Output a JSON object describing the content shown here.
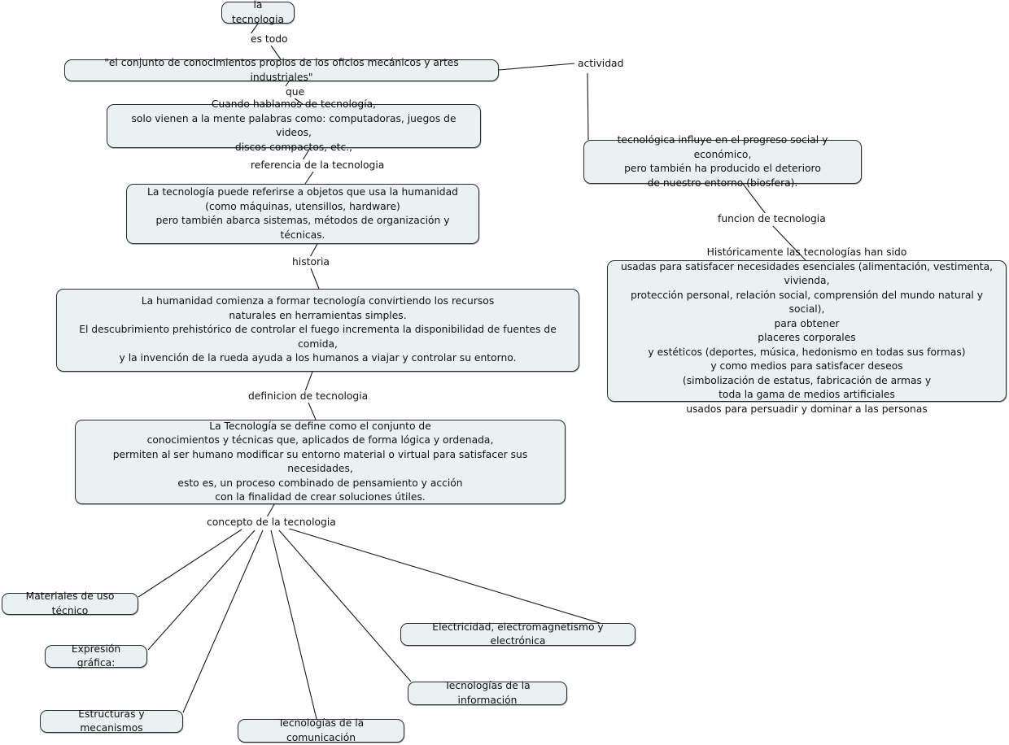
{
  "diagram": {
    "title": "la tecnologia",
    "type": "concept-map",
    "colors": {
      "node_fill": "#e9f1f3",
      "node_border": "#2b2b2b",
      "edge": "#1a1a1a",
      "text": "#111111",
      "background": "#ffffff"
    }
  },
  "nodes": [
    {
      "id": "root",
      "label": "la tecnologia"
    },
    {
      "id": "definicion_rae",
      "label": "\"el conjunto de conocimientos propios de los oficios mecánicos y artes industriales\""
    },
    {
      "id": "cuando_hablamos",
      "label": "Cuando hablamos de tecnología,\nsolo vienen a la mente palabras como: computadoras, juegos de videos,\ndiscos compactos, etc.,"
    },
    {
      "id": "puede_referirse",
      "label": "La tecnología puede referirse a objetos que usa la humanidad\n(como máquinas, utensillos, hardware)\npero también abarca sistemas, métodos de organización y técnicas."
    },
    {
      "id": "historia_box",
      "label": "La humanidad comienza a formar tecnología convirtiendo los recursos\nnaturales en herramientas simples.\nEl descubrimiento prehistórico de controlar el fuego incrementa la disponibilidad de fuentes de comida,\ny la invención de la rueda ayuda a los humanos a viajar y controlar su entorno."
    },
    {
      "id": "definicion_box",
      "label": "La Tecnología se define como el conjunto de\nconocimientos y técnicas que, aplicados de forma lógica y ordenada,\npermiten al ser humano modificar su entorno material o virtual para satisfacer sus necesidades,\nesto es, un proceso combinado de pensamiento y acción\ncon la finalidad de crear soluciones útiles."
    },
    {
      "id": "materiales",
      "label": "Materiales de uso técnico"
    },
    {
      "id": "expresion",
      "label": "Expresión gráfica:"
    },
    {
      "id": "estructuras",
      "label": "Estructuras y mecanismos"
    },
    {
      "id": "comunicacion",
      "label": "Tecnologías de la comunicación"
    },
    {
      "id": "informacion",
      "label": "Tecnologías de la información"
    },
    {
      "id": "electricidad",
      "label": "Electricidad, electromagnetismo y electrónica"
    },
    {
      "id": "tecnologica",
      "label": "tecnológica influye en el progreso social y económico,\npero también ha producido el deterioro\nde nuestro entorno (biosfera)."
    },
    {
      "id": "historicamente",
      "label": "Históricamente las tecnologías han sido\nusadas para satisfacer necesidades esenciales (alimentación, vestimenta,\nvivienda,\nprotección personal, relación social, comprensión del mundo natural y social),\npara obtener\nplaceres corporales\ny estéticos (deportes, música, hedonismo en todas sus formas)\ny como medios para satisfacer deseos\n(simbolización de estatus, fabricación de armas y\ntoda la gama de medios artificiales\nusados para persuadir y dominar a las personas"
    }
  ],
  "link_labels": [
    {
      "id": "es_todo",
      "label": "es todo"
    },
    {
      "id": "que",
      "label": "que"
    },
    {
      "id": "referencia",
      "label": "referencia de la tecnologia"
    },
    {
      "id": "historia",
      "label": "historia"
    },
    {
      "id": "definicion",
      "label": "definicion de tecnologia"
    },
    {
      "id": "concepto",
      "label": "concepto de la tecnologia"
    },
    {
      "id": "actividad",
      "label": "actividad"
    },
    {
      "id": "funcion",
      "label": "funcion de tecnologia"
    }
  ]
}
